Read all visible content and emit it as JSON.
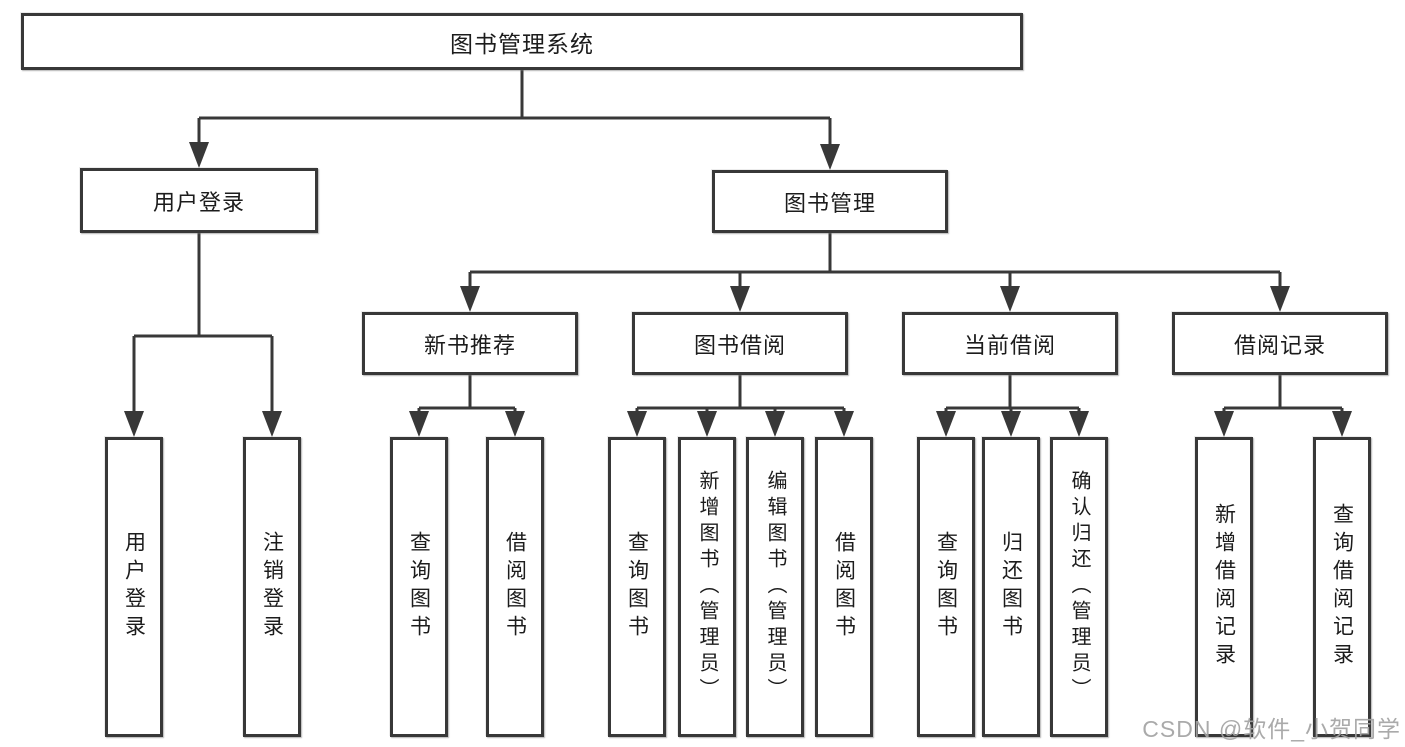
{
  "tree": {
    "label": "图书管理系统",
    "children": [
      {
        "label": "用户登录",
        "children": [
          {
            "label": "用户登录"
          },
          {
            "label": "注销登录"
          }
        ]
      },
      {
        "label": "图书管理",
        "children": [
          {
            "label": "新书推荐",
            "children": [
              {
                "label": "查询图书"
              },
              {
                "label": "借阅图书"
              }
            ]
          },
          {
            "label": "图书借阅",
            "children": [
              {
                "label": "查询图书"
              },
              {
                "label": "新增图书（管理员）"
              },
              {
                "label": "编辑图书（管理员）"
              },
              {
                "label": "借阅图书"
              }
            ]
          },
          {
            "label": "当前借阅",
            "children": [
              {
                "label": "查询图书"
              },
              {
                "label": "归还图书"
              },
              {
                "label": "确认归还（管理员）"
              }
            ]
          },
          {
            "label": "借阅记录",
            "children": [
              {
                "label": "新增借阅记录"
              },
              {
                "label": "查询借阅记录"
              }
            ]
          }
        ]
      }
    ]
  },
  "watermark": "CSDN @软件_小贺同学",
  "colors": {
    "line": "#383838",
    "border": "#383838",
    "text": "#1c1c1c",
    "watermark": "#a3a3a3",
    "background": "#ffffff"
  }
}
